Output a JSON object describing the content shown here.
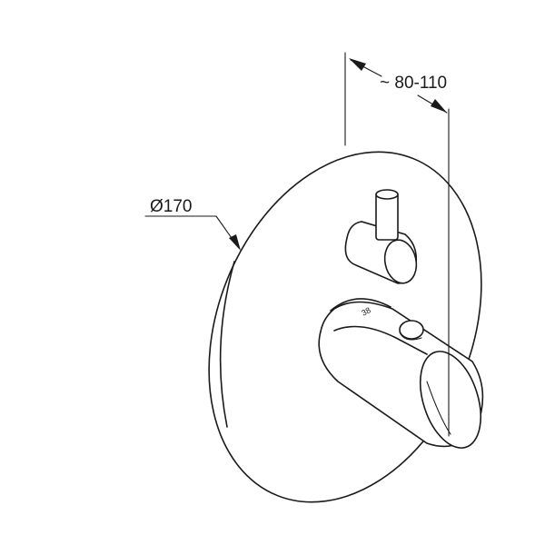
{
  "dimensions": {
    "diameter_label": "Ø170",
    "depth_label": "~ 80-110"
  },
  "dial_scale_text": "38"
}
